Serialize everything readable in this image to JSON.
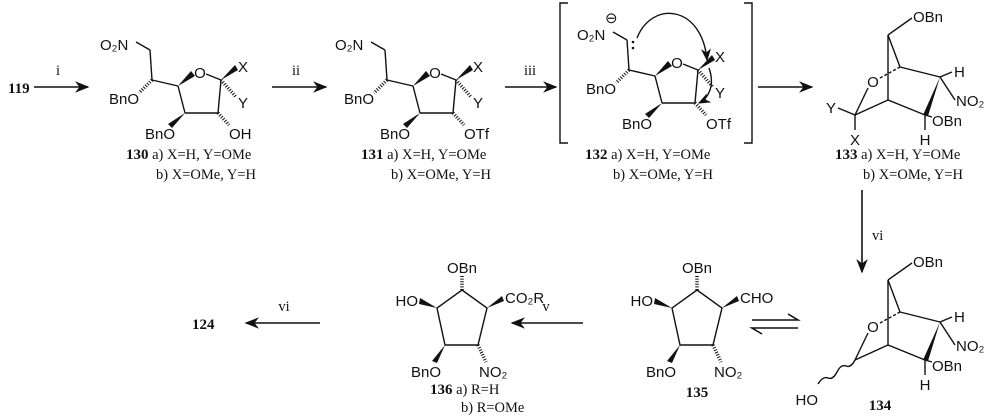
{
  "start": "119",
  "reagents": {
    "i": "i",
    "ii": "ii",
    "iii": "iii",
    "vi_down": "vi",
    "v": "v",
    "vi_left": "vi"
  },
  "product_final": "124",
  "c130": {
    "o2n": "O₂N",
    "bno1": "BnO",
    "o": "O",
    "x": "X",
    "y": "Y",
    "oh": "OH",
    "bno2": "BnO",
    "num": "130",
    "a": " a) X=H, Y=OMe",
    "b": "b) X=OMe, Y=H"
  },
  "c131": {
    "o2n": "O₂N",
    "bno1": "BnO",
    "o": "O",
    "x": "X",
    "y": "Y",
    "otf": "OTf",
    "bno2": "BnO",
    "num": "131",
    "a": " a) X=H, Y=OMe",
    "b": "b) X=OMe, Y=H"
  },
  "c132": {
    "o2n": "O₂N",
    "charge": "⊖",
    "bno1": "BnO",
    "o": "O",
    "x": "X",
    "y": "Y",
    "otf": "OTf",
    "bno2": "BnO",
    "num": "132",
    "a": " a) X=H, Y=OMe",
    "b": "b) X=OMe, Y=H"
  },
  "c133": {
    "obn_top": "OBn",
    "o": "O",
    "y": "Y",
    "x": "X",
    "h1": "H",
    "no2": "NO₂",
    "obn": "OBn",
    "h2": "H",
    "num": "133",
    "a": " a) X=H, Y=OMe",
    "b": "b) X=OMe, Y=H"
  },
  "c134": {
    "obn_top": "OBn",
    "o": "O",
    "ho": "HO",
    "h1": "H",
    "no2": "NO₂",
    "obn": "OBn",
    "h2": "H",
    "num": "134"
  },
  "c135": {
    "obn": "OBn",
    "ho": "HO",
    "cho": "CHO",
    "bno": "BnO",
    "no2": "NO₂",
    "num": "135"
  },
  "c136": {
    "obn": "OBn",
    "ho": "HO",
    "co2r": "CO₂R",
    "bno": "BnO",
    "no2": "NO₂",
    "num": "136",
    "a": " a) R=H",
    "b": "b) R=OMe"
  }
}
